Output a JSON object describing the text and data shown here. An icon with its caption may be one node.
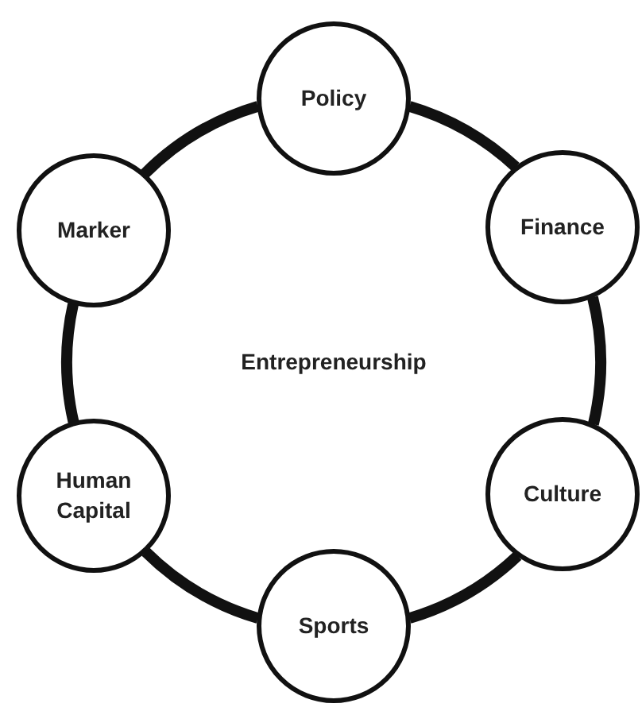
{
  "diagram": {
    "nodes": [
      {
        "text": [
          "Entrepreneurship"
        ]
      },
      {
        "text": [
          "Policy"
        ]
      },
      {
        "text": [
          "Finance"
        ]
      },
      {
        "text": [
          "Culture"
        ]
      },
      {
        "text": [
          "Sports"
        ]
      },
      {
        "text": [
          "Human Capital"
        ]
      },
      {
        "text": [
          "Marker"
        ]
      }
    ]
  }
}
